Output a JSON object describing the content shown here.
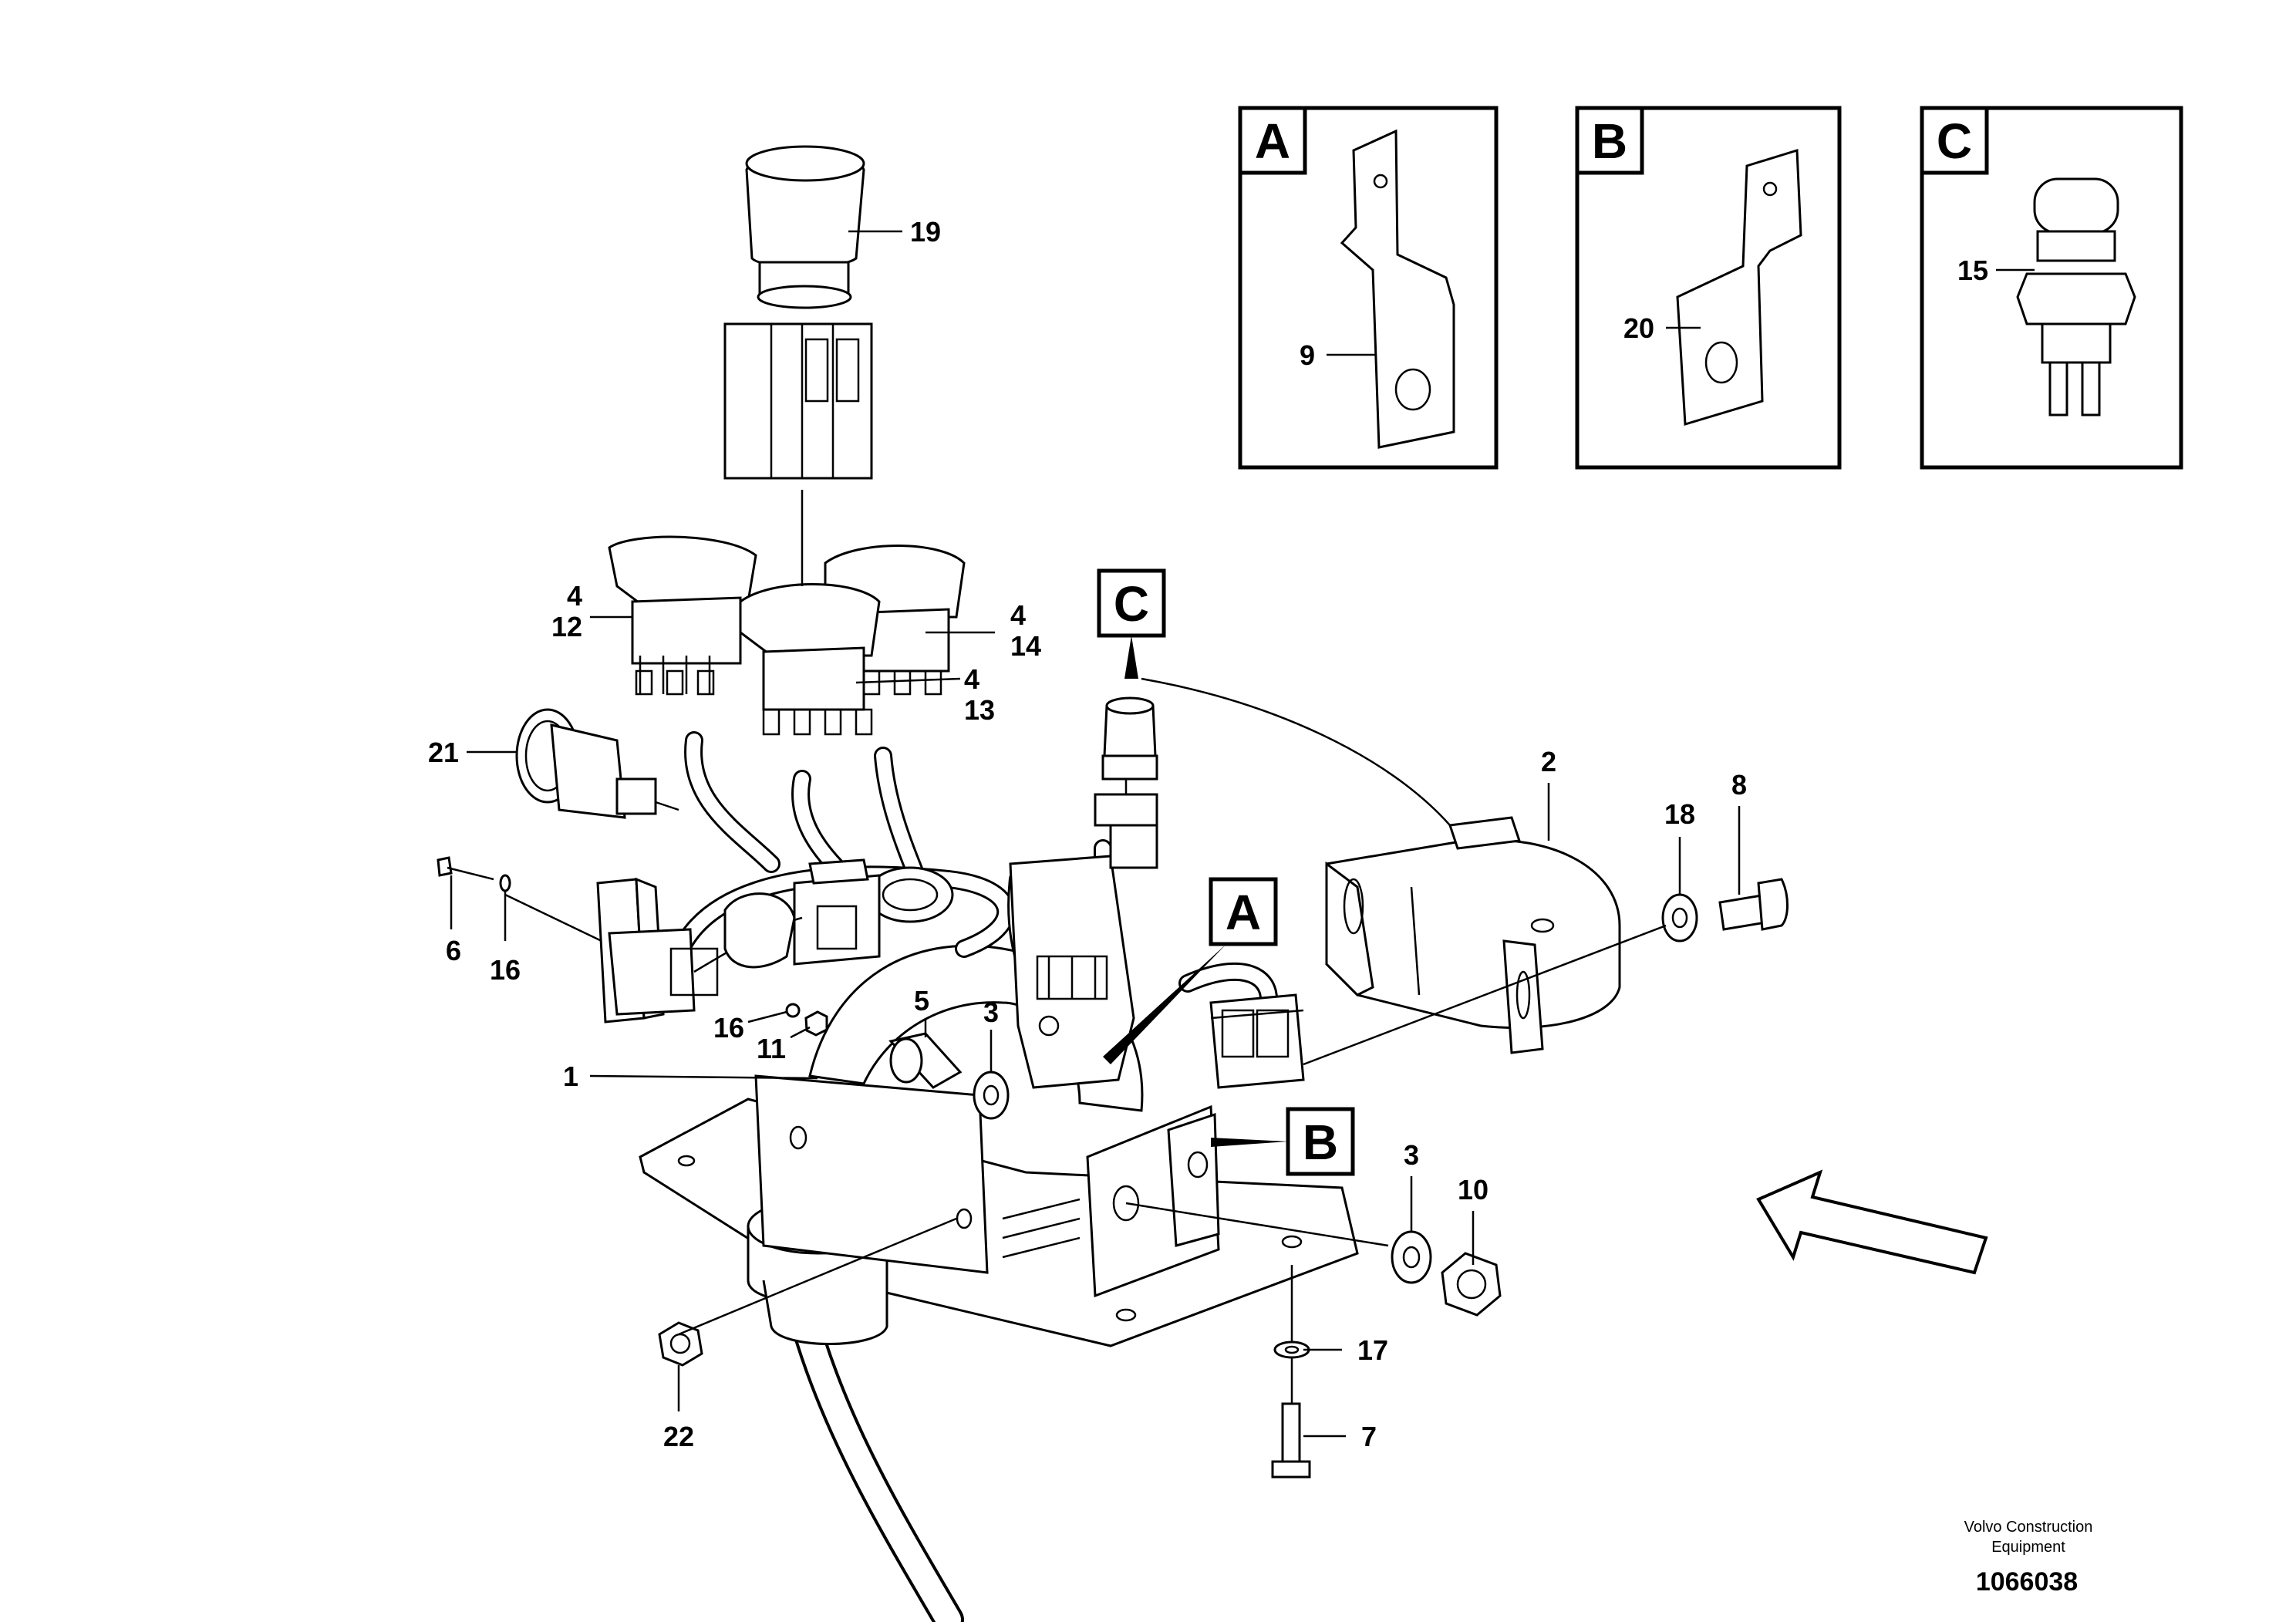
{
  "callouts": [
    {
      "id": "19",
      "text": "19"
    },
    {
      "id": "4a",
      "text": "4"
    },
    {
      "id": "12",
      "text": "12"
    },
    {
      "id": "4b",
      "text": "4"
    },
    {
      "id": "14",
      "text": "14"
    },
    {
      "id": "4c",
      "text": "4"
    },
    {
      "id": "13",
      "text": "13"
    },
    {
      "id": "21",
      "text": "21"
    },
    {
      "id": "6",
      "text": "6"
    },
    {
      "id": "16a",
      "text": "16"
    },
    {
      "id": "16b",
      "text": "16"
    },
    {
      "id": "11",
      "text": "11"
    },
    {
      "id": "5",
      "text": "5"
    },
    {
      "id": "3a",
      "text": "3"
    },
    {
      "id": "1",
      "text": "1"
    },
    {
      "id": "2",
      "text": "2"
    },
    {
      "id": "18",
      "text": "18"
    },
    {
      "id": "8",
      "text": "8"
    },
    {
      "id": "3b",
      "text": "3"
    },
    {
      "id": "10",
      "text": "10"
    },
    {
      "id": "17",
      "text": "17"
    },
    {
      "id": "7",
      "text": "7"
    },
    {
      "id": "22",
      "text": "22"
    }
  ],
  "detail_views": [
    {
      "letter": "A",
      "part": "9"
    },
    {
      "letter": "B",
      "part": "20"
    },
    {
      "letter": "C",
      "part": "15"
    }
  ],
  "view_refs": [
    "C",
    "A",
    "B"
  ],
  "footer": {
    "company_line1": "Volvo Construction",
    "company_line2": "Equipment",
    "figure_number": "1066038"
  }
}
